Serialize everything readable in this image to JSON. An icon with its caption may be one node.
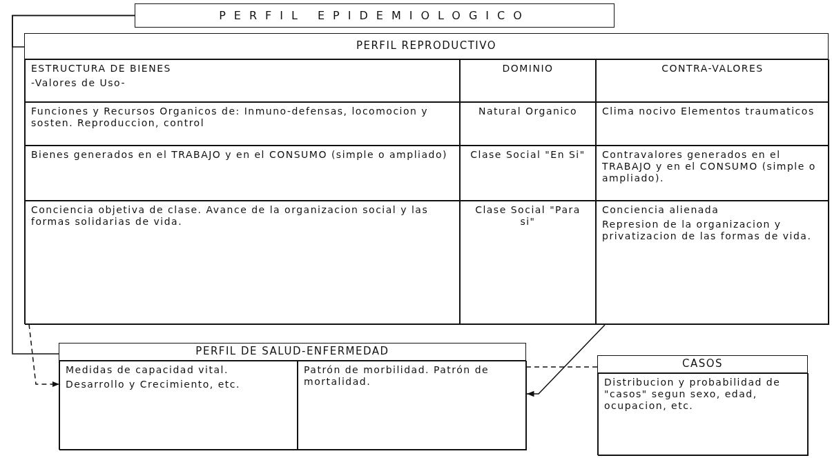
{
  "diagram": {
    "nodes": [
      {
        "text": [
          "PERFIL EPIDEMIOLOGICO"
        ]
      },
      {
        "text": [
          "PERFIL REPRODUCTIVO"
        ]
      },
      {
        "text": [
          "ESTRUCTURA DE BIENES",
          "-Valores de Uso-"
        ],
        "in": 1
      },
      {
        "text": [
          "DOMINIO"
        ],
        "in": 1
      },
      {
        "text": [
          "CONTRA-VALORES"
        ],
        "in": 1
      },
      {
        "text": [
          "Funciones y Recursos Organicos de: Inmuno-defensas, locomocion y sosten. Reproduccion, control"
        ],
        "in": 1
      },
      {
        "text": [
          "Natural Organico"
        ],
        "in": 1
      },
      {
        "text": [
          "Clima nocivo Elementos traumaticos"
        ],
        "in": 1
      },
      {
        "text": [
          "Bienes generados en el TRABAJO y en el CONSUMO (simple o ampliado)"
        ],
        "in": 1
      },
      {
        "text": [
          "Clase Social \"En Si\""
        ],
        "in": 1
      },
      {
        "text": [
          "Contravalores generados en el TRABAJO y en el CONSUMO (simple o ampliado)."
        ],
        "in": 1
      },
      {
        "text": [
          "Conciencia objetiva de clase. Avance de la organizacion social y las formas solidarias de vida."
        ],
        "in": 1
      },
      {
        "text": [
          "Clase Social \"Para si\""
        ],
        "in": 1
      },
      {
        "text": [
          "Conciencia alienada",
          "Represion de la organizacion y privatizacion de las formas de vida."
        ],
        "in": 1
      },
      {
        "text": [
          "PERFIL DE SALUD-ENFERMEDAD"
        ]
      },
      {
        "text": [
          "Medidas de capacidad vital.",
          "Desarrollo y Crecimiento, etc."
        ],
        "in": 14
      },
      {
        "text": [
          "Patrón de morbilidad. Patrón de mortalidad."
        ],
        "in": 14
      },
      {
        "text": [
          "CASOS"
        ]
      },
      {
        "text": [
          "Distribucion y probabilidad de \"casos\" segun sexo, edad, ocupacion, etc."
        ],
        "in": 17
      }
    ],
    "edges": [
      {
        "from": 0,
        "to": 1,
        "arrow": "none"
      },
      {
        "from": 0,
        "to": 14,
        "arrow": "none"
      },
      {
        "from": 1,
        "to": 15,
        "arrow": "to",
        "style": "dashed"
      },
      {
        "from": 13,
        "to": 16,
        "arrow": "to"
      },
      {
        "from": 14,
        "to": 17,
        "arrow": "none",
        "style": "dashed"
      }
    ]
  }
}
